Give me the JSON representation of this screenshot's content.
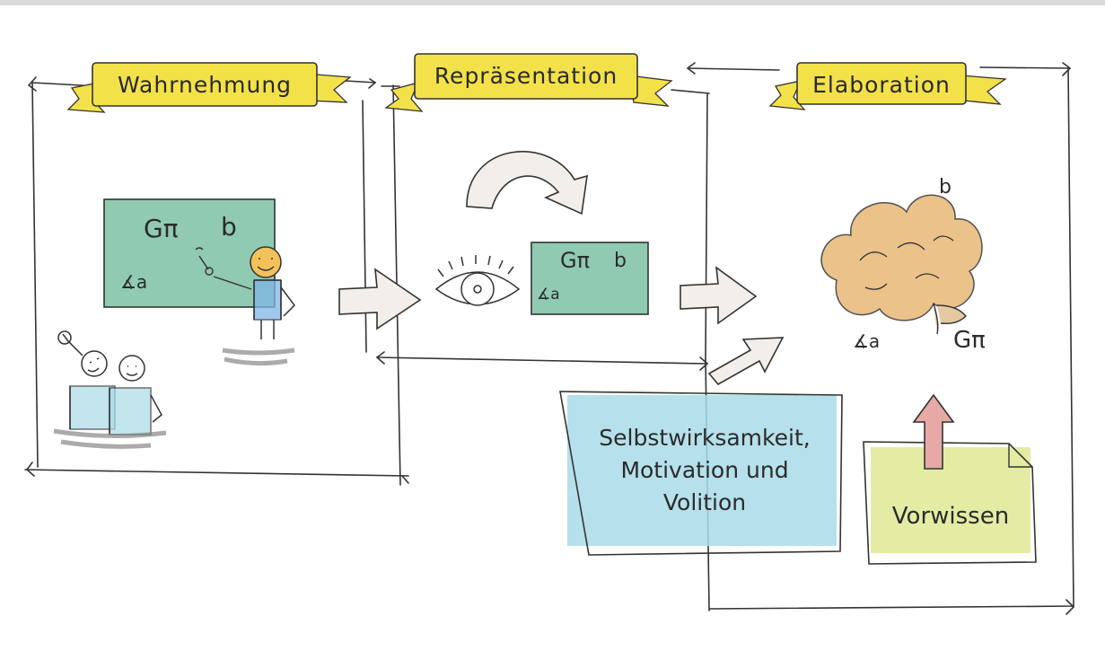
{
  "stages": [
    {
      "id": "wahrnehmung",
      "label": "Wahrnehmung"
    },
    {
      "id": "repraesentation",
      "label": "Repräsentation"
    },
    {
      "id": "elaboration",
      "label": "Elaboration"
    }
  ],
  "board_symbols": {
    "pi": "Gπ",
    "b": "b",
    "angle": "∡a"
  },
  "card_symbols": {
    "pi": "Gπ",
    "b": "b",
    "angle": "∡a"
  },
  "brain_symbols": {
    "b": "b",
    "pi": "Gπ",
    "angle": "∡a"
  },
  "notes": {
    "selbstwirksamkeit": "Selbstwirksamkeit,\nMotivation und\nVolition",
    "vorwissen": "Vorwissen"
  },
  "colors": {
    "banner": "#f3e14a",
    "board": "#6bb89a",
    "note_blue": "#a9dbe8",
    "note_green": "#e1ea9a",
    "brain": "#e8b876",
    "arrow_fill": "#f2eeea",
    "arrow_up": "#e7a9a6",
    "line": "#333333"
  }
}
